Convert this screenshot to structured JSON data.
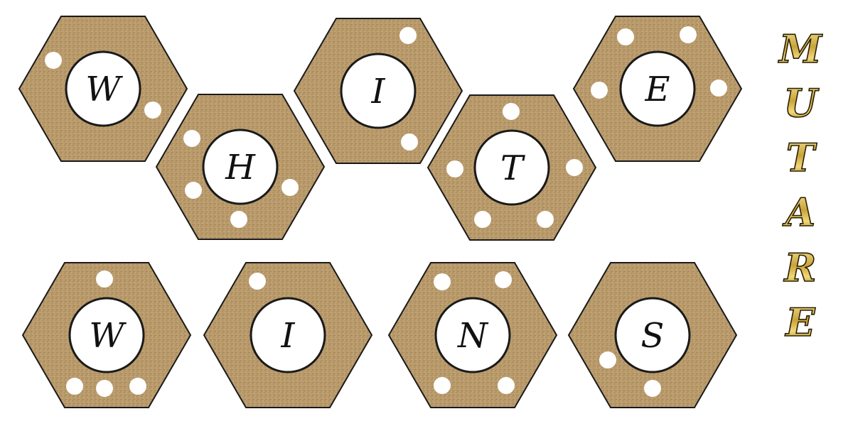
{
  "board": {
    "tiles": [
      {
        "letter": "W",
        "pips": 2
      },
      {
        "letter": "H",
        "pips": 4
      },
      {
        "letter": "I",
        "pips": 2
      },
      {
        "letter": "T",
        "pips": 5
      },
      {
        "letter": "E",
        "pips": 4
      },
      {
        "letter": "W",
        "pips": 4
      },
      {
        "letter": "I",
        "pips": 1
      },
      {
        "letter": "N",
        "pips": 4
      },
      {
        "letter": "S",
        "pips": 2
      }
    ]
  },
  "brand": {
    "letters": [
      "M",
      "U",
      "T",
      "A",
      "R",
      "E"
    ]
  },
  "colors": {
    "tile_fill": "#b99a6b",
    "tile_stroke": "#1a1a1a",
    "pip": "#ffffff",
    "gold_light": "#f7e79a",
    "gold_dark": "#8a6a12"
  }
}
